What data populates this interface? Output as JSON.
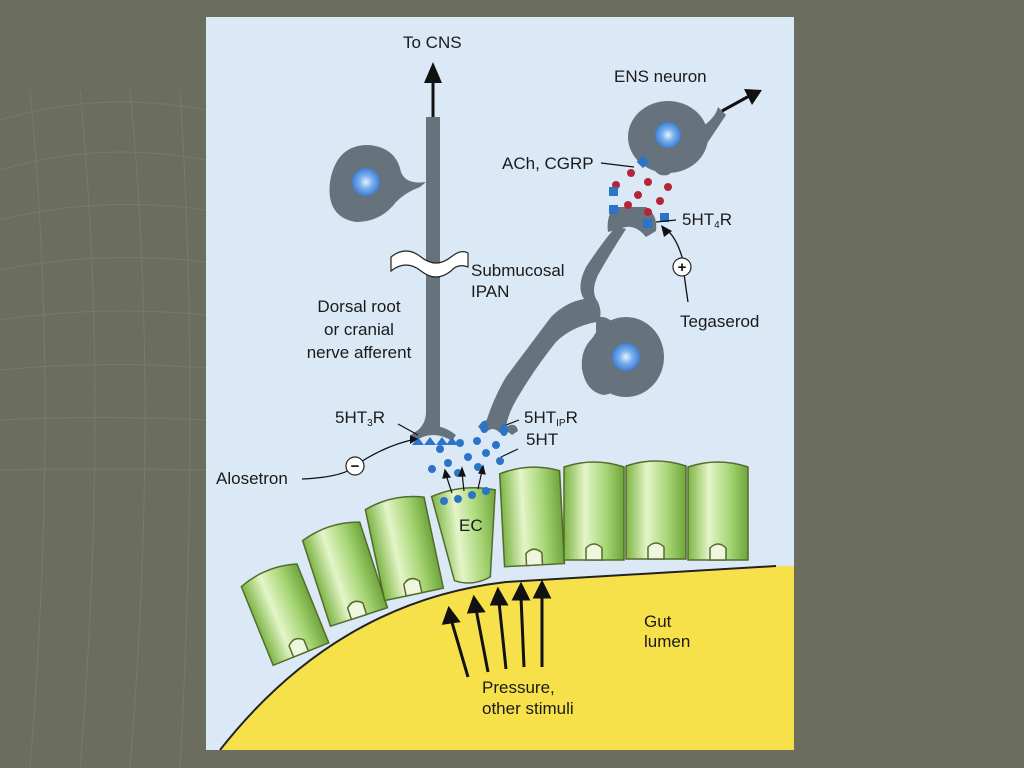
{
  "diagram": {
    "labels": {
      "to_cns": "To CNS",
      "ens_neuron": "ENS neuron",
      "ach_cgrp": "ACh, CGRP",
      "ht4r_main": "5HT",
      "ht4r_sub": "4",
      "ht4r_tail": "R",
      "submucosal": "Submucosal",
      "ipan": "IPAN",
      "tegaserod": "Tegaserod",
      "dorsal_root": "Dorsal root",
      "or_cranial": "or cranial",
      "nerve_afferent": "nerve afferent",
      "ht3r_main": "5HT",
      "ht3r_sub": "3",
      "ht3r_tail": "R",
      "ht1pr_main": "5HT",
      "ht1pr_sub": "IP",
      "ht1pr_tail": "R",
      "serotonin": "5HT",
      "alosetron": "Alosetron",
      "ec": "EC",
      "gut": "Gut",
      "lumen": "lumen",
      "pressure": "Pressure,",
      "other_stimuli": "other stimuli"
    },
    "symbols": {
      "agonist": "+",
      "antagonist": "−"
    },
    "colors": {
      "background": "#dbe9f6",
      "neuron": "#66727c",
      "nucleus": "#4f8de0",
      "receptor": "#2c74c8",
      "serotonin": "#2c74c8",
      "neurotransmitter": "#b3263a",
      "epithelium": "#9ccf6b",
      "lumen": "#f7e14a",
      "slide": "#6b6d5e"
    }
  }
}
